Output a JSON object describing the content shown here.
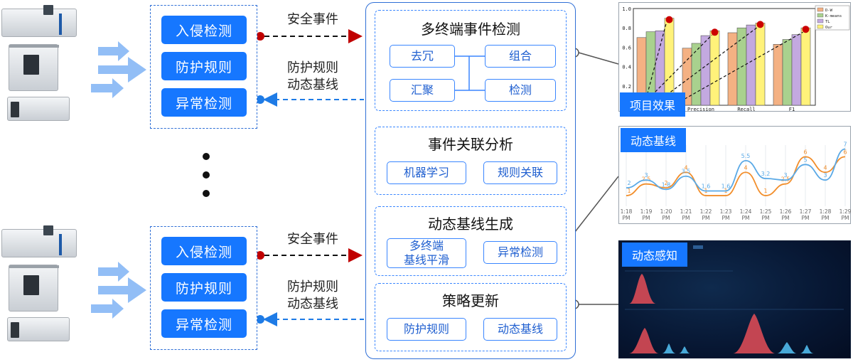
{
  "agents": [
    {
      "buttons": [
        "入侵检测",
        "防护规则",
        "异常检测"
      ]
    },
    {
      "buttons": [
        "入侵检测",
        "防护规则",
        "异常检测"
      ]
    }
  ],
  "flows": {
    "up_label": "安全事件",
    "down_label_line1": "防护规则",
    "down_label_line2": "动态基线"
  },
  "core": {
    "sections": [
      {
        "title": "多终端事件检测",
        "chips": [
          "去冗",
          "组合",
          "汇聚",
          "检测"
        ]
      },
      {
        "title": "事件关联分析",
        "chips": [
          "机器学习",
          "规则关联"
        ]
      },
      {
        "title": "动态基线生成",
        "chips": [
          "多终端\n基线平滑",
          "异常检测"
        ]
      },
      {
        "title": "策略更新",
        "chips": [
          "防护规则",
          "动态基线"
        ]
      }
    ]
  },
  "panels": {
    "effect_tag": "项目效果",
    "baseline_tag": "动态基线",
    "perception_tag": "动态感知"
  },
  "colors": {
    "accent": "#1677ff",
    "dashed_border": "#2f6fd6",
    "up_arrow": "#c00000",
    "down_arrow": "#1e7be6",
    "series_orange": "#f28e2b",
    "series_blue": "#5aa9e6"
  },
  "chart_data": [
    {
      "type": "bar",
      "categories": [
        "",
        "Precision",
        "Recall",
        "F1"
      ],
      "series": [
        {
          "name": "D-W",
          "values": [
            0.7,
            0.59,
            0.75,
            0.63
          ]
        },
        {
          "name": "K-means",
          "values": [
            0.76,
            0.64,
            0.8,
            0.68
          ]
        },
        {
          "name": "TL",
          "values": [
            0.77,
            0.72,
            0.83,
            0.73
          ]
        },
        {
          "name": "Our",
          "values": [
            0.9,
            0.77,
            0.85,
            0.8
          ]
        }
      ],
      "ylim": [
        0,
        1.0
      ],
      "yticks": [
        "1.0",
        "0.8",
        "0.6",
        "0.4",
        "0.2"
      ],
      "legend": "top-right"
    },
    {
      "type": "line",
      "x": [
        "1:18 PM",
        "1:19 PM",
        "1:20 PM",
        "1:21 PM",
        "1:22 PM",
        "1:23 PM",
        "1:24 PM",
        "1:25 PM",
        "1:26 PM",
        "1:27 PM",
        "1:28 PM",
        "1:29 PM"
      ],
      "series": [
        {
          "color": "orange",
          "values": [
            1,
            2.5,
            2,
            4,
            1,
            1,
            4,
            1,
            2.5,
            6,
            4,
            6
          ]
        },
        {
          "color": "blue",
          "values": [
            2,
            3,
            1.8,
            3.5,
            1.6,
            1.6,
            5.5,
            3.2,
            3,
            5,
            3,
            7
          ]
        }
      ]
    }
  ]
}
